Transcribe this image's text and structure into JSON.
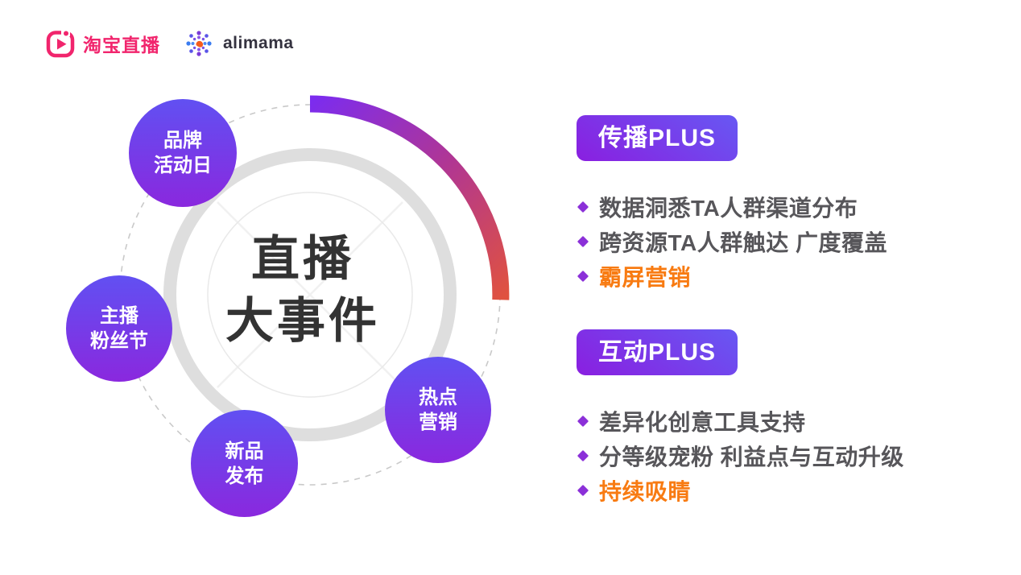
{
  "logos": {
    "taobao_live": "淘宝直播",
    "alimama": "alimama"
  },
  "diagram": {
    "title_line1": "直播",
    "title_line2": "大事件",
    "bubbles": [
      {
        "line1": "品牌",
        "line2": "活动日"
      },
      {
        "line1": "主播",
        "line2": "粉丝节"
      },
      {
        "line1": "新品",
        "line2": "发布"
      },
      {
        "line1": "热点",
        "line2": "营销"
      }
    ]
  },
  "sections": [
    {
      "header": "传播PLUS",
      "items": [
        {
          "text": "数据洞悉TA人群渠道分布",
          "emphasis": false
        },
        {
          "text": "跨资源TA人群触达 广度覆盖",
          "emphasis": false
        },
        {
          "text": "霸屏营销",
          "emphasis": true
        }
      ]
    },
    {
      "header": "互动PLUS",
      "items": [
        {
          "text": "差异化创意工具支持",
          "emphasis": false
        },
        {
          "text": "分等级宠粉 利益点与互动升级",
          "emphasis": false
        },
        {
          "text": "持续吸睛",
          "emphasis": true
        }
      ]
    }
  ],
  "colors": {
    "accent_orange": "#F87B12",
    "bullet_text": "#57565A",
    "brand_pink": "#F1256D",
    "alimama_text": "#34323F",
    "title_dark": "#333333",
    "ring_gray": "#DEDEDE",
    "dash_gray": "#C9C9C9",
    "arc_start": "#7C2CEE",
    "arc_mid": "#B03694",
    "arc_end": "#E0523F",
    "bubble_top": "#6150F2",
    "bubble_bottom": "#8A28DE",
    "badge_from": "#8A1FE0",
    "badge_to": "#6758F3",
    "diamond_purple": "#8B30D8"
  }
}
